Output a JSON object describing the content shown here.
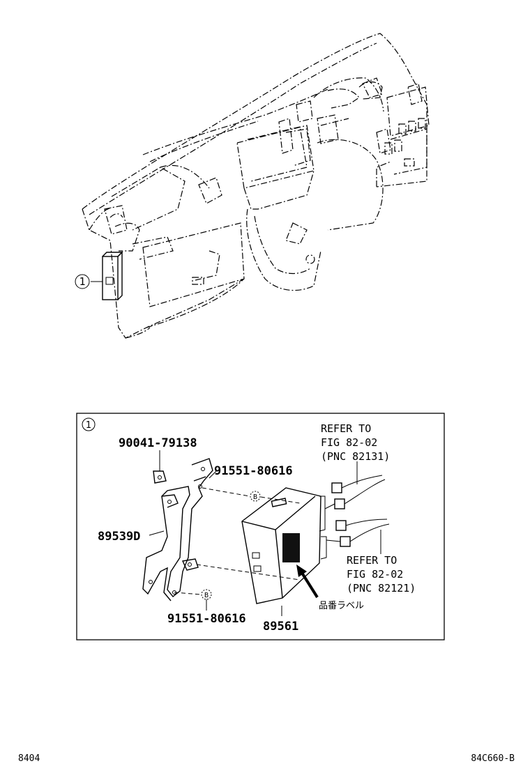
{
  "callout": {
    "number": "1"
  },
  "parts": {
    "clip": "90041-79138",
    "bolt_top": "91551-80616",
    "bolt_bottom": "91551-80616",
    "bracket": "89539D",
    "ecu": "89561"
  },
  "bolt_marker": "B",
  "refer_top": {
    "line1": "REFER TO",
    "line2": "FIG 82-02",
    "line3": "(PNC 82131)"
  },
  "refer_bottom": {
    "line1": "REFER TO",
    "line2": "FIG 82-02",
    "line3": "(PNC 82121)"
  },
  "label_note": "品番ラベル",
  "footer": {
    "left": "8404",
    "right": "84C660-B"
  }
}
